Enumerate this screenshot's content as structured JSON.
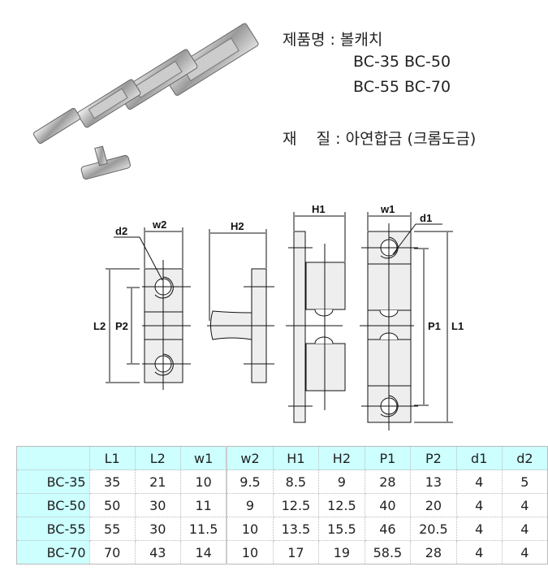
{
  "product": {
    "name_label": "제품명 : 볼캐치",
    "models_line1": "BC-35 BC-50",
    "models_line2": "BC-55 BC-70",
    "material_label": "재    질 : 아연합금 (크롬도금)"
  },
  "diagram_labels": {
    "d2": "d2",
    "w2": "w2",
    "H2": "H2",
    "H1": "H1",
    "w1": "w1",
    "d1": "d1",
    "L2": "L2",
    "P2": "P2",
    "P1": "P1",
    "L1": "L1"
  },
  "table": {
    "headers": [
      "",
      "L1",
      "L2",
      "w1",
      "w2",
      "H1",
      "H2",
      "P1",
      "P2",
      "d1",
      "d2"
    ],
    "rows": [
      [
        "BC-35",
        "35",
        "21",
        "10",
        "9.5",
        "8.5",
        "9",
        "28",
        "13",
        "4",
        "5"
      ],
      [
        "BC-50",
        "50",
        "30",
        "11",
        "9",
        "12.5",
        "12.5",
        "40",
        "20",
        "4",
        "4"
      ],
      [
        "BC-55",
        "55",
        "30",
        "11.5",
        "10",
        "13.5",
        "15.5",
        "46",
        "20.5",
        "4",
        "4"
      ],
      [
        "BC-70",
        "70",
        "43",
        "14",
        "10",
        "17",
        "19",
        "58.5",
        "28",
        "4",
        "4"
      ]
    ]
  },
  "colors": {
    "header_bg": "#ccfffe"
  }
}
